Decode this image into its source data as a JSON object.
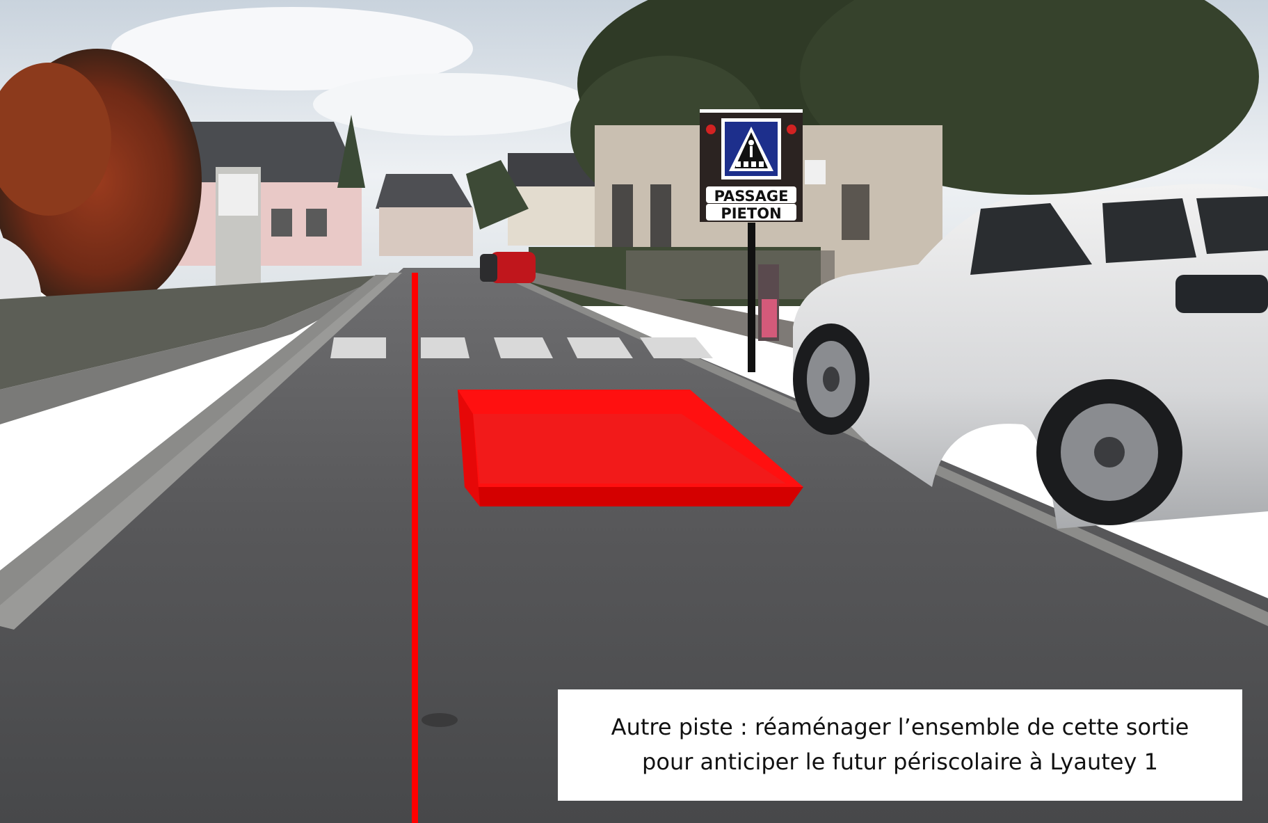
{
  "photo": {
    "description_source": "street-photo",
    "sign": {
      "line1": "PASSAGE",
      "line2": "PIETON"
    },
    "overlay_color": "#ff0000"
  },
  "caption": {
    "line1": "Autre piste : réaménager l’ensemble de cette sortie",
    "line2": "pour anticiper le futur périscolaire à Lyautey 1"
  }
}
